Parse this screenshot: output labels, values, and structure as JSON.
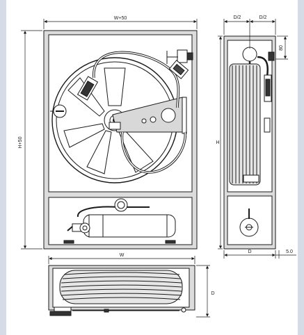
{
  "dimensions": {
    "top_width": "W+50",
    "left_height": "H+50",
    "side_half_left": "D/2",
    "side_half_right": "D/2",
    "side_offset": "80",
    "side_height": "H",
    "side_depth": "D",
    "side_gap": "5.0",
    "bottom_width": "W",
    "bottom_depth": "D"
  },
  "colors": {
    "line": "#1a1a1a",
    "cabinet_fill": "#d9d9d9",
    "panel_fill": "#ffffff",
    "page_border": "#c6ced8"
  }
}
